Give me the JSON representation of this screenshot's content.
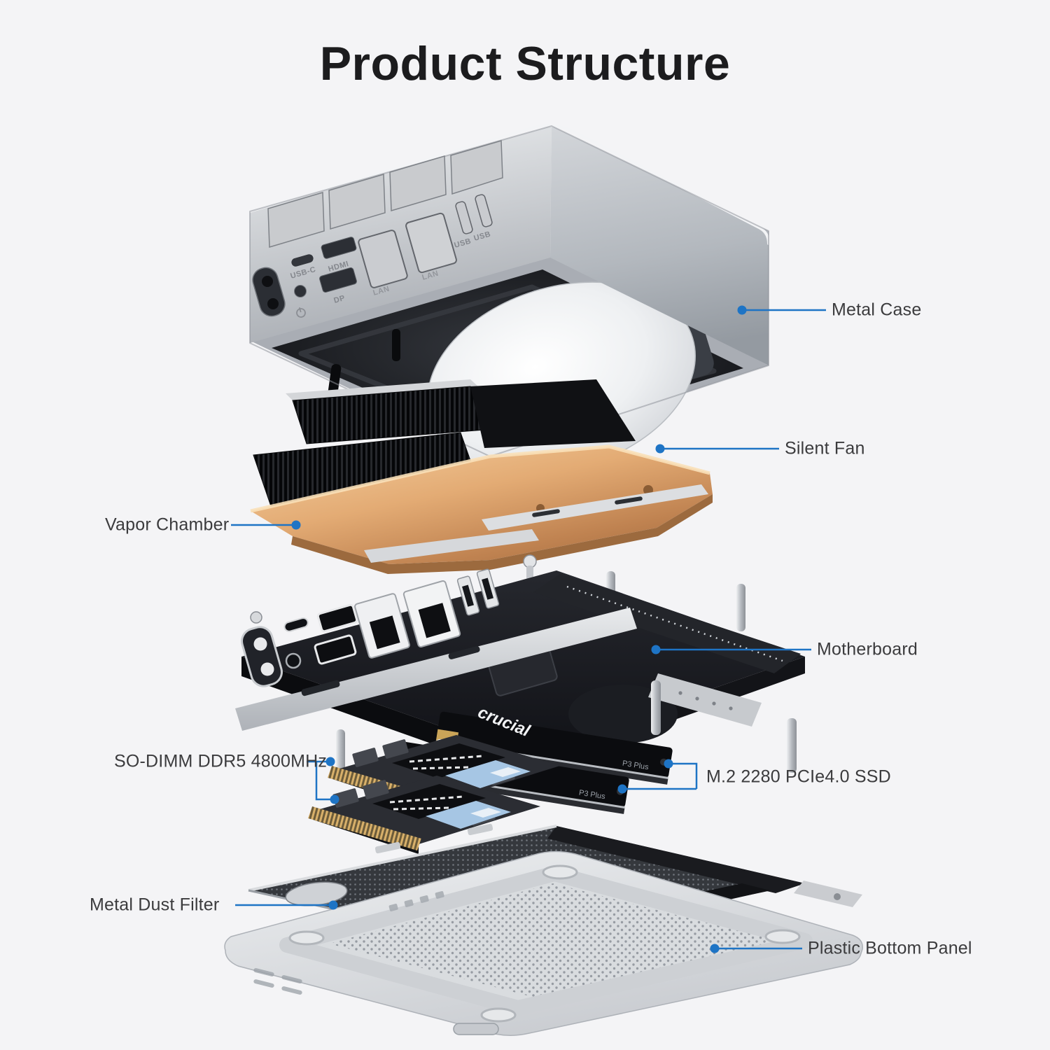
{
  "title": "Product Structure",
  "colors": {
    "background": "#f4f4f6",
    "accent": "#1e74c5",
    "title_text": "#1c1c1e",
    "label_text": "#3b3b3d",
    "copper": "#d99d66",
    "case_silver": "#c9ccd0"
  },
  "callouts": {
    "metal_case": {
      "label": "Metal Case"
    },
    "silent_fan": {
      "label": "Silent Fan"
    },
    "vapor_chamber": {
      "label": "Vapor Chamber"
    },
    "motherboard": {
      "label": "Motherboard"
    },
    "so_dimm": {
      "label": "SO-DIMM DDR5 4800MHz"
    },
    "m2_ssd": {
      "label": "M.2 2280 PCIe4.0 SSD"
    },
    "dust_filter": {
      "label": "Metal Dust Filter"
    },
    "bottom_panel": {
      "label": "Plastic Bottom Panel"
    }
  },
  "device": {
    "case_ports": {
      "usb_c": "USB-C",
      "hdmi": "HDMI",
      "dp": "DP",
      "lan1": "LAN",
      "lan2": "LAN",
      "usb1": "USB",
      "usb2": "USB"
    },
    "ssd": {
      "brand": "crucial",
      "model": "P3 Plus"
    }
  }
}
